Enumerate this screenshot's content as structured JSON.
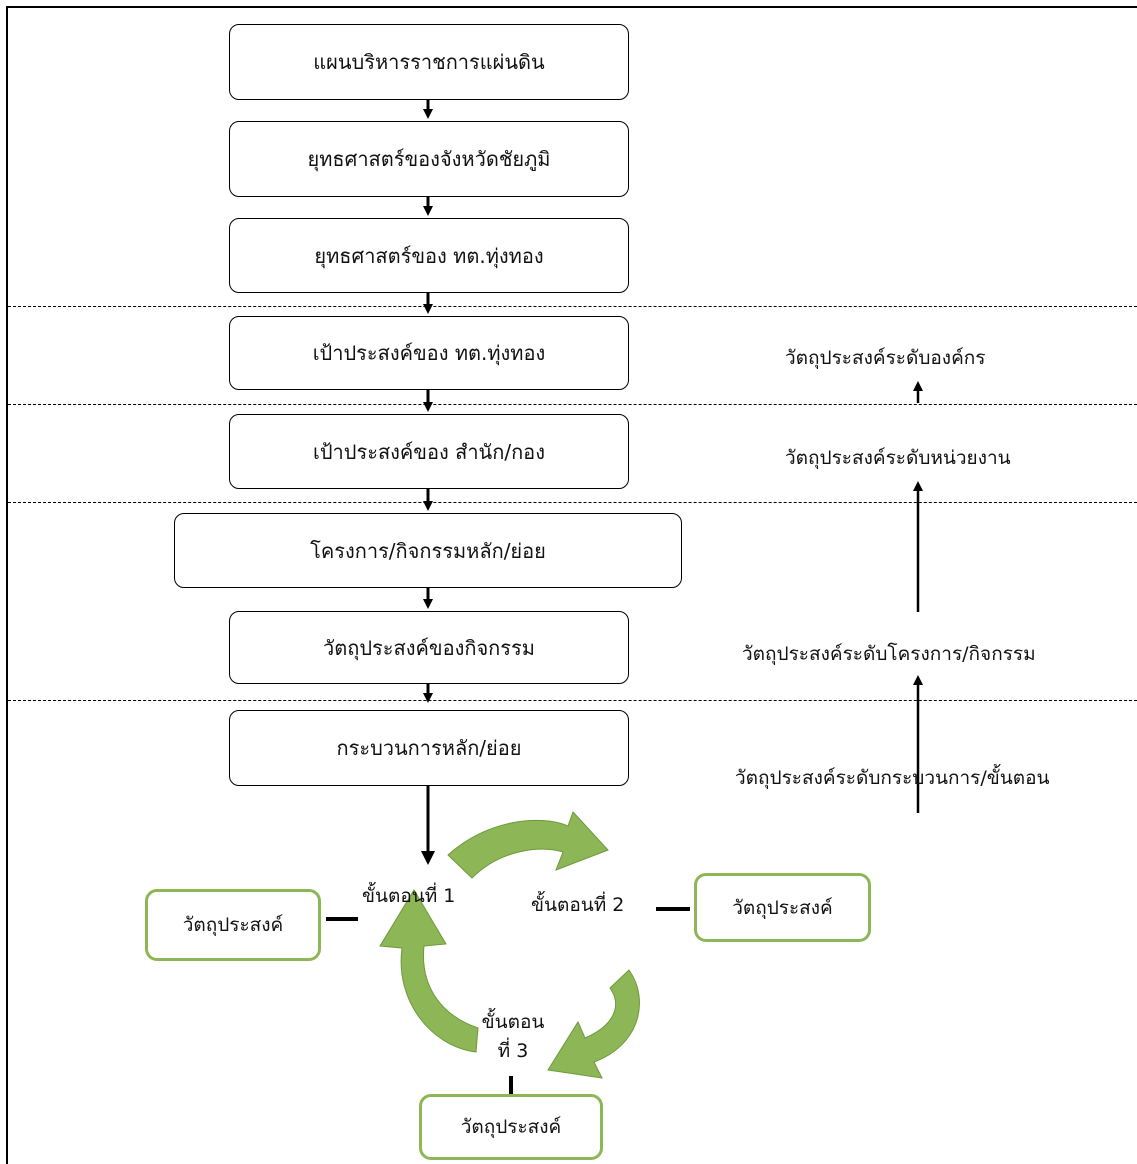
{
  "flow": [
    "แผนบริหารราชการแผ่นดิน",
    "ยุทธศาสตร์ของจังหวัดชัยภูมิ",
    "ยุทธศาสตร์ของ ทต.ทุ่งทอง",
    "เป้าประสงค์ของ ทต.ทุ่งทอง",
    "เป้าประสงค์ของ สำนัก/กอง",
    "โครงการ/กิจกรรมหลัก/ย่อย",
    "วัตถุประสงค์ของกิจกรรม",
    "กระบวนการหลัก/ย่อย"
  ],
  "levels": [
    "วัตถุประสงค์ระดับองค์กร",
    "วัตถุประสงค์ระดับหน่วยงาน",
    "วัตถุประสงค์ระดับโครงการ/กิจกรรม",
    "วัตถุประสงค์ระดับกระบวนการ/ขั้นตอน"
  ],
  "cycle": {
    "step1": "ขั้นตอนที่ 1",
    "step2": "ขั้นตอนที่ 2",
    "step3_line1": "ขั้นตอน",
    "step3_line2": "ที่ 3",
    "objective": "วัตถุประสงค์"
  },
  "colors": {
    "arrow_green": "#8db657",
    "box_border_green": "#8db657"
  }
}
